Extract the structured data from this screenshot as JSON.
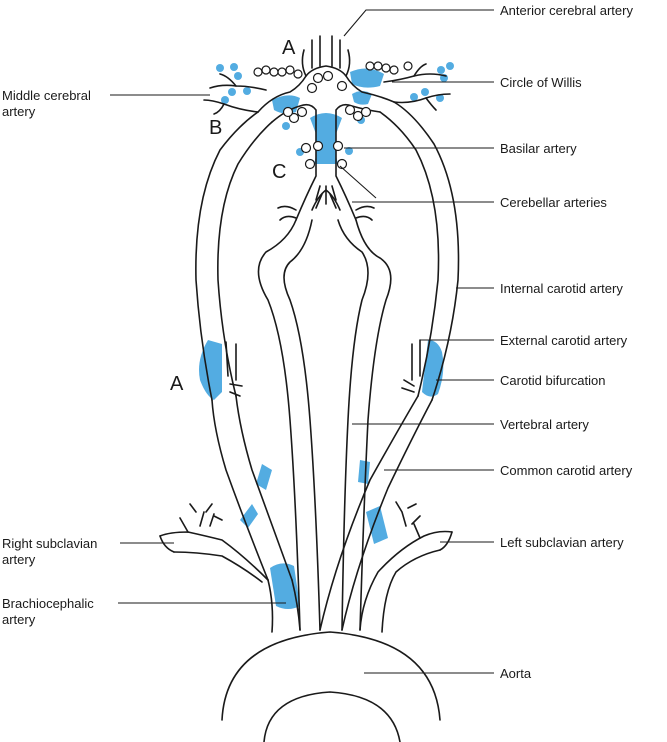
{
  "colors": {
    "highlight": "#4aa8e0",
    "line": "#1a1a1a",
    "background": "#ffffff"
  },
  "labels": {
    "anterior_cerebral": "Anterior cerebral artery",
    "circle_of_willis": "Circle of Willis",
    "middle_cerebral_1": "Middle cerebral",
    "middle_cerebral_2": "artery",
    "basilar": "Basilar artery",
    "cerebellar": "Cerebellar arteries",
    "internal_carotid": "Internal carotid artery",
    "external_carotid": "External carotid artery",
    "carotid_bifurcation": "Carotid bifurcation",
    "vertebral": "Vertebral artery",
    "common_carotid": "Common carotid artery",
    "right_subclavian_1": "Right subclavian",
    "right_subclavian_2": "artery",
    "left_subclavian": "Left subclavian artery",
    "brachiocephalic_1": "Brachiocephalic",
    "brachiocephalic_2": "artery",
    "aorta": "Aorta"
  },
  "markers": {
    "a_top": "A",
    "b": "B",
    "c": "C",
    "a_left": "A"
  }
}
